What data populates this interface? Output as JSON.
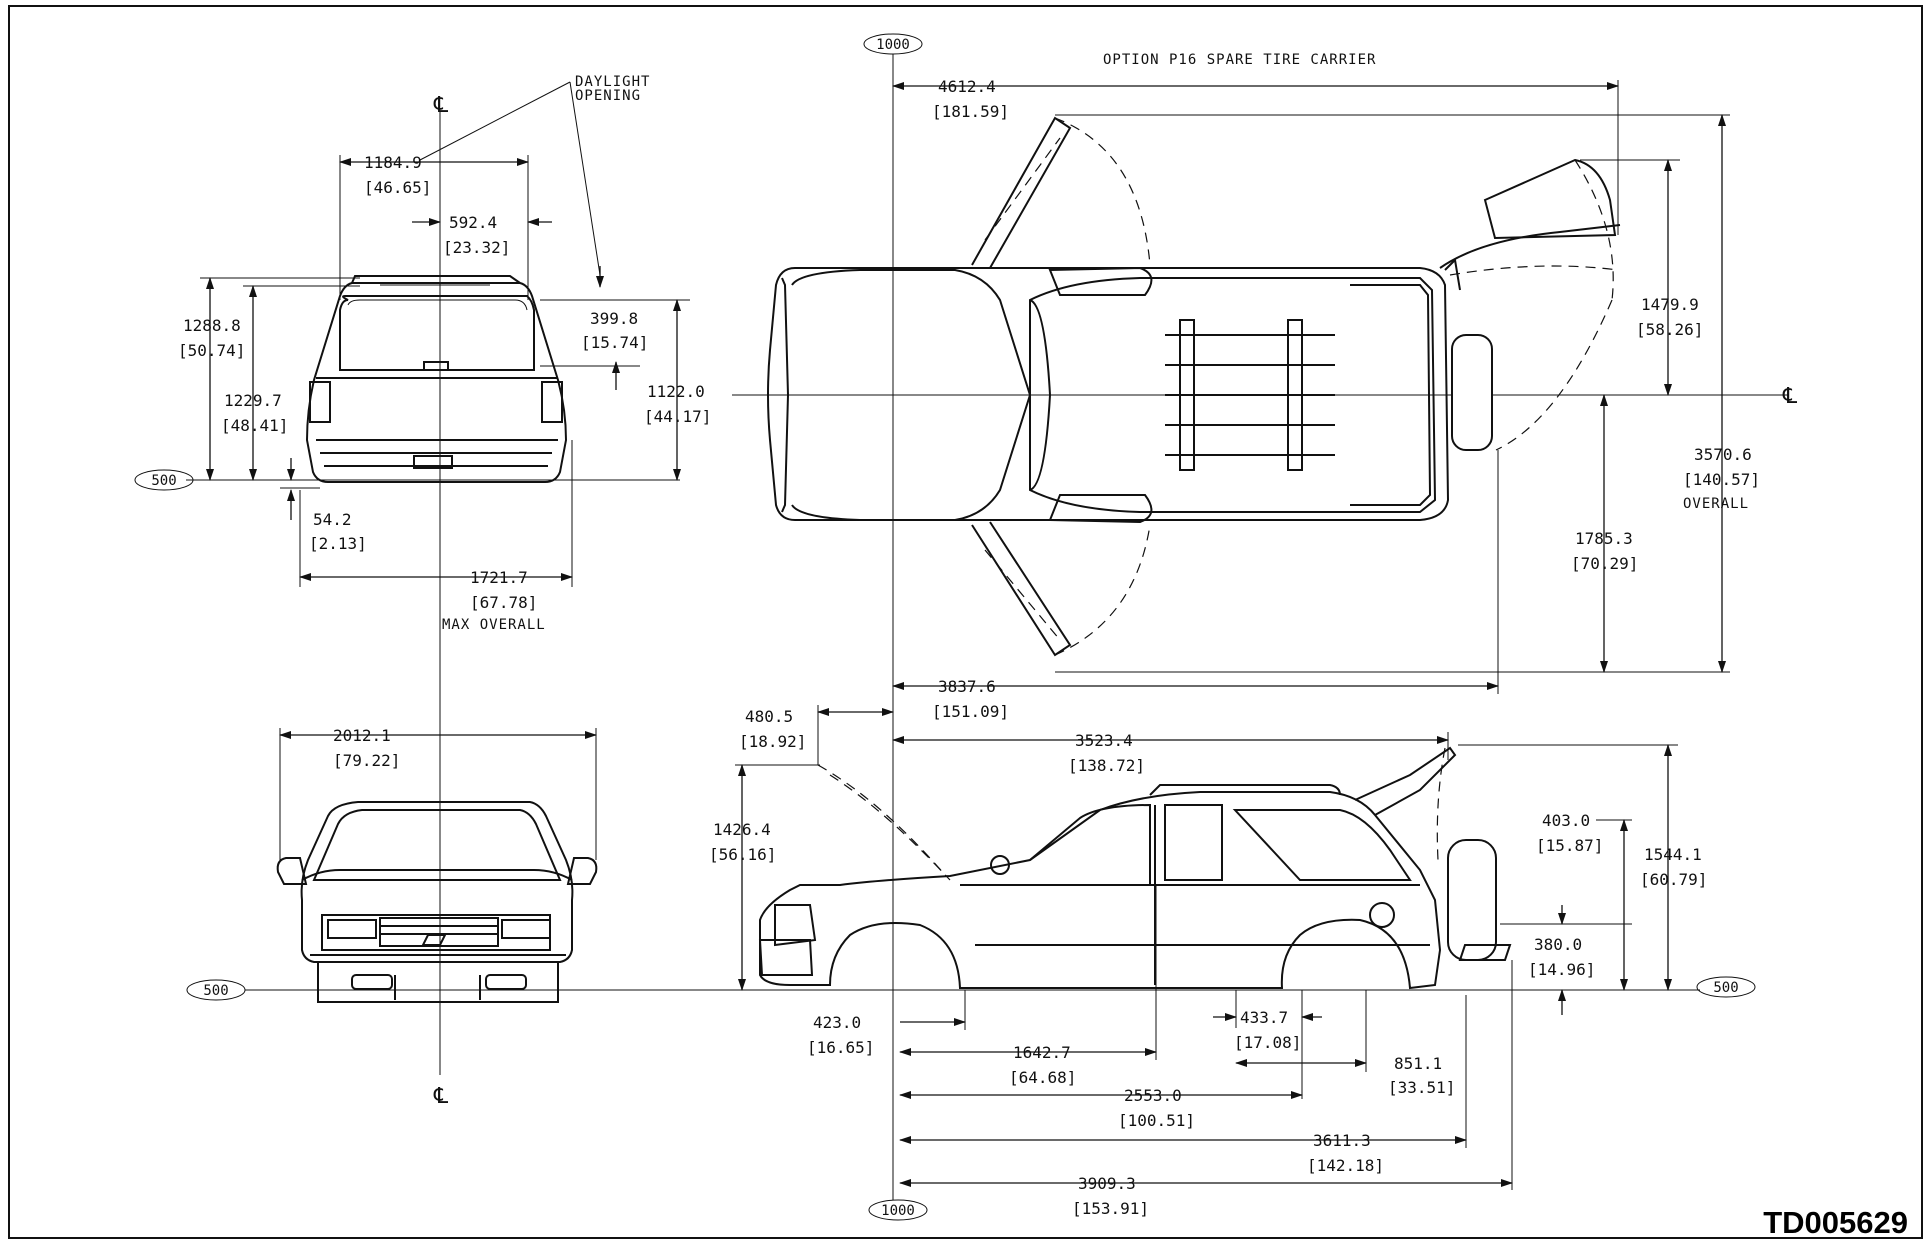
{
  "title_note": "OPTION P16 SPARE TIRE CARRIER",
  "drawing_code": "TD005629",
  "centerline_symbol": "℄",
  "reference_lines": {
    "r1000": "1000",
    "r500": "500"
  },
  "notes": {
    "daylight": "DAYLIGHT OPENING",
    "daylight_line1": "DAYLIGHT",
    "daylight_line2": "OPENING",
    "max_overall": "MAX OVERALL",
    "overall": "OVERALL"
  },
  "dimensions": {
    "d1184": {
      "mm": "1184.9",
      "in": "[46.65]"
    },
    "d592": {
      "mm": "592.4",
      "in": "[23.32]"
    },
    "d399": {
      "mm": "399.8",
      "in": "[15.74]"
    },
    "d1288": {
      "mm": "1288.8",
      "in": "[50.74]"
    },
    "d1229": {
      "mm": "1229.7",
      "in": "[48.41]"
    },
    "d1122": {
      "mm": "1122.0",
      "in": "[44.17]"
    },
    "d54": {
      "mm": "54.2",
      "in": "[2.13]"
    },
    "d1721": {
      "mm": "1721.7",
      "in": "[67.78]"
    },
    "d2012": {
      "mm": "2012.1",
      "in": "[79.22]"
    },
    "d4612": {
      "mm": "4612.4",
      "in": "[181.59]"
    },
    "d1479": {
      "mm": "1479.9",
      "in": "[58.26]"
    },
    "d3570": {
      "mm": "3570.6",
      "in": "[140.57]"
    },
    "d1785": {
      "mm": "1785.3",
      "in": "[70.29]"
    },
    "d3837": {
      "mm": "3837.6",
      "in": "[151.09]"
    },
    "d480": {
      "mm": "480.5",
      "in": "[18.92]"
    },
    "d3523": {
      "mm": "3523.4",
      "in": "[138.72]"
    },
    "d1426": {
      "mm": "1426.4",
      "in": "[56.16]"
    },
    "d403": {
      "mm": "403.0",
      "in": "[15.87]"
    },
    "d1544": {
      "mm": "1544.1",
      "in": "[60.79]"
    },
    "d380": {
      "mm": "380.0",
      "in": "[14.96]"
    },
    "d423": {
      "mm": "423.0",
      "in": "[16.65]"
    },
    "d433": {
      "mm": "433.7",
      "in": "[17.08]"
    },
    "d1642": {
      "mm": "1642.7",
      "in": "[64.68]"
    },
    "d851": {
      "mm": "851.1",
      "in": "[33.51]"
    },
    "d2553": {
      "mm": "2553.0",
      "in": "[100.51]"
    },
    "d3611": {
      "mm": "3611.3",
      "in": "[142.18]"
    },
    "d3909": {
      "mm": "3909.3",
      "in": "[153.91]"
    }
  }
}
